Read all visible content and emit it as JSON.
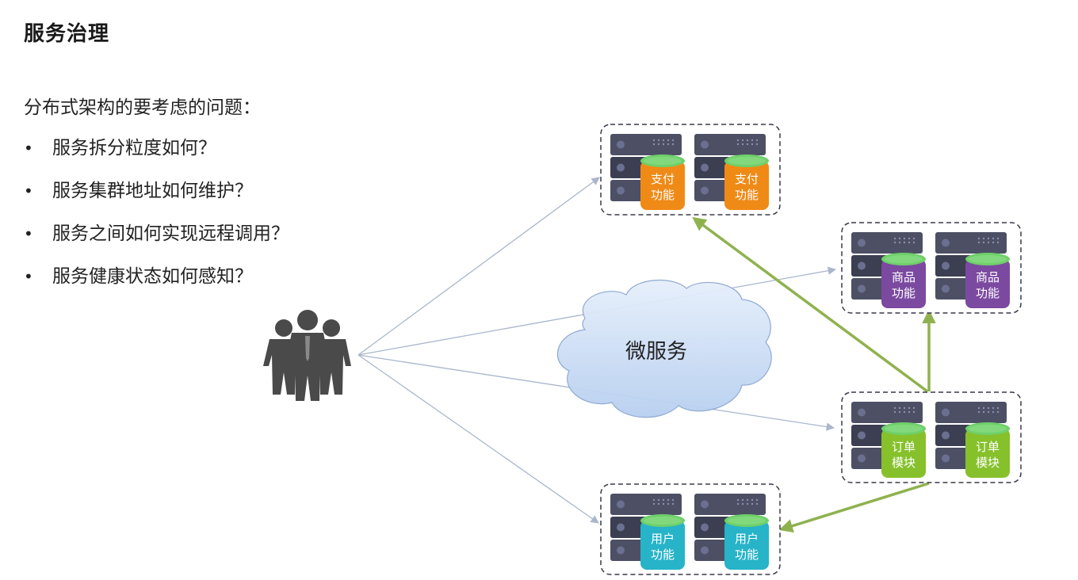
{
  "title": "服务治理",
  "question": "分布式架构的要考虑的问题：",
  "bullet_glyph": "•",
  "bullets": [
    "服务拆分粒度如何？",
    "服务集群地址如何维护？",
    "服务之间如何实现远程调用？",
    "服务健康状态如何感知？"
  ],
  "cloud_label": "微服务",
  "colors": {
    "people": "#4a4a4a",
    "arrow_blue": "#aab6cc",
    "arrow_green": "#8fb24f",
    "server_body": "#4d5064",
    "cloud_fill": "#c9dcf5"
  },
  "clusters": [
    {
      "id": "pay",
      "line1": "支付",
      "line2": "功能",
      "color": "#f08a16",
      "top": "#6fd06a"
    },
    {
      "id": "goods",
      "line1": "商品",
      "line2": "功能",
      "color": "#7b4aa0",
      "top": "#6fd06a"
    },
    {
      "id": "order",
      "line1": "订单",
      "line2": "模块",
      "color": "#86c12c",
      "top": "#6fd06a"
    },
    {
      "id": "user",
      "line1": "用户",
      "line2": "功能",
      "color": "#27b3c8",
      "top": "#6fd06a"
    }
  ]
}
